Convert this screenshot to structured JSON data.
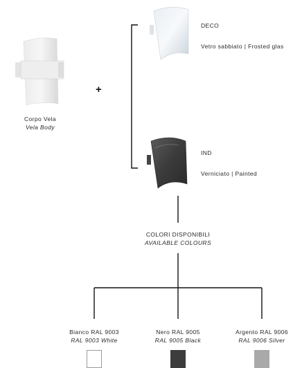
{
  "body": {
    "label": "Corpo Vela",
    "label_en": "Vela Body"
  },
  "plus": "+",
  "options": [
    {
      "code": "DECO",
      "desc": "Vetro sabbiato | Frosted glas"
    },
    {
      "code": "IND",
      "desc": "Verniciato | Painted"
    }
  ],
  "colours_header": {
    "label": "COLORI DISPONIBILI",
    "label_en": "AVAILABLE COLOURS"
  },
  "colours": [
    {
      "label": "Bianco RAL 9003",
      "label_en": "RAL 9003 White",
      "hex": "#ffffff"
    },
    {
      "label": "Nero RAL 9005",
      "label_en": "RAL 9005 Black",
      "hex": "#3c3c3c"
    },
    {
      "label": "Argento RAL 9006",
      "label_en": "RAL 9006 Silver",
      "hex": "#a9a9a9"
    }
  ]
}
